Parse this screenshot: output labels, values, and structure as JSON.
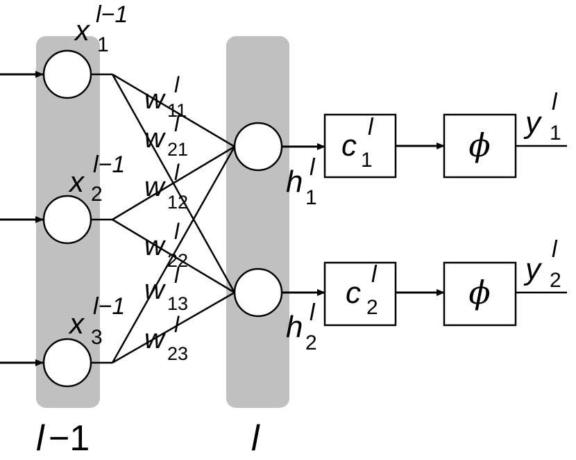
{
  "colors": {
    "layer_band": "#c0c0c2",
    "stroke": "#000000",
    "node_fill": "#ffffff"
  },
  "layers": {
    "prev": {
      "label_main": "l",
      "label_minus": "−1"
    },
    "curr": {
      "label": "l"
    }
  },
  "inputs": [
    {
      "base": "x",
      "sub": "1",
      "sup": "l−1"
    },
    {
      "base": "x",
      "sub": "2",
      "sup": "l−1"
    },
    {
      "base": "x",
      "sub": "3",
      "sup": "l−1"
    }
  ],
  "weights": [
    {
      "base": "w",
      "sub": "11",
      "sup": "l"
    },
    {
      "base": "w",
      "sub": "21",
      "sup": "l"
    },
    {
      "base": "w",
      "sub": "12",
      "sup": "l"
    },
    {
      "base": "w",
      "sub": "22",
      "sup": "l"
    },
    {
      "base": "w",
      "sub": "13",
      "sup": "l"
    },
    {
      "base": "w",
      "sub": "23",
      "sup": "l"
    }
  ],
  "hidden": [
    {
      "base": "h",
      "sub": "1",
      "sup": "l"
    },
    {
      "base": "h",
      "sub": "2",
      "sup": "l"
    }
  ],
  "cells": [
    {
      "base": "c",
      "sub": "1",
      "sup": "l"
    },
    {
      "base": "c",
      "sub": "2",
      "sup": "l"
    }
  ],
  "activations": [
    {
      "symbol": "ϕ"
    },
    {
      "symbol": "ϕ"
    }
  ],
  "outputs": [
    {
      "base": "y",
      "sub": "1",
      "sup": "l"
    },
    {
      "base": "y",
      "sub": "2",
      "sup": "l"
    }
  ]
}
